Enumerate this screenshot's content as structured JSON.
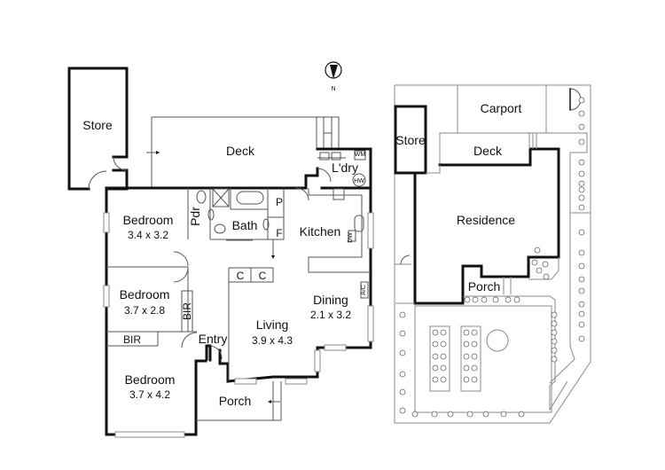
{
  "title": "Floor plan and site plan",
  "compass": {
    "label": "N"
  },
  "floor_plan": {
    "rooms": {
      "store": {
        "name": "Store"
      },
      "deck": {
        "name": "Deck"
      },
      "laundry": {
        "name": "L'dry"
      },
      "bedroom1": {
        "name": "Bedroom",
        "size": "3.4 x 3.2"
      },
      "powder": {
        "name": "Pdr"
      },
      "bath": {
        "name": "Bath"
      },
      "kitchen": {
        "name": "Kitchen"
      },
      "bedroom2": {
        "name": "Bedroom",
        "size": "3.7 x 2.8"
      },
      "bir1": {
        "name": "BIR"
      },
      "bir2": {
        "name": "BIR"
      },
      "dining": {
        "name": "Dining",
        "size": "2.1 x 3.2"
      },
      "living": {
        "name": "Living",
        "size": "3.9 x 4.3"
      },
      "entry": {
        "name": "Entry"
      },
      "bedroom3": {
        "name": "Bedroom",
        "size": "3.7 x 4.2"
      },
      "porch": {
        "name": "Porch"
      }
    },
    "fixtures": {
      "pantry": "P",
      "fridge": "F",
      "cupboard1": "C",
      "cupboard2": "C",
      "washing_machine": "WM",
      "hot_water": "HW",
      "dishwasher": "DW",
      "air_conditioner": "A/C"
    }
  },
  "site_plan": {
    "areas": {
      "carport": "Carport",
      "store": "Store",
      "deck": "Deck",
      "residence": "Residence",
      "porch": "Porch"
    }
  }
}
